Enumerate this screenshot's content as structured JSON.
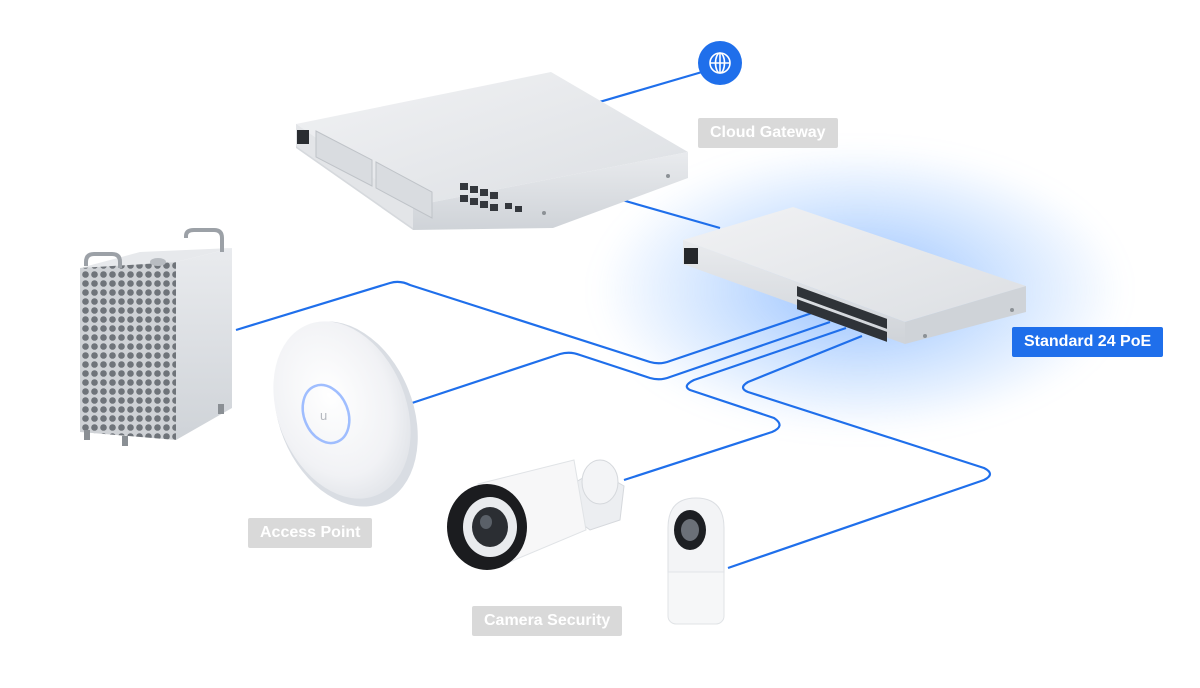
{
  "labels": {
    "cloud_gateway": "Cloud Gateway",
    "standard_switch": "Standard 24 PoE",
    "access_point": "Access Point",
    "camera_security": "Camera Security"
  },
  "icons": {
    "internet": "globe-icon"
  },
  "colors": {
    "link": "#1f6feb",
    "active_label": "#1f6feb",
    "muted_label": "#d9d9d9",
    "device_body": "#e6e8eb"
  }
}
